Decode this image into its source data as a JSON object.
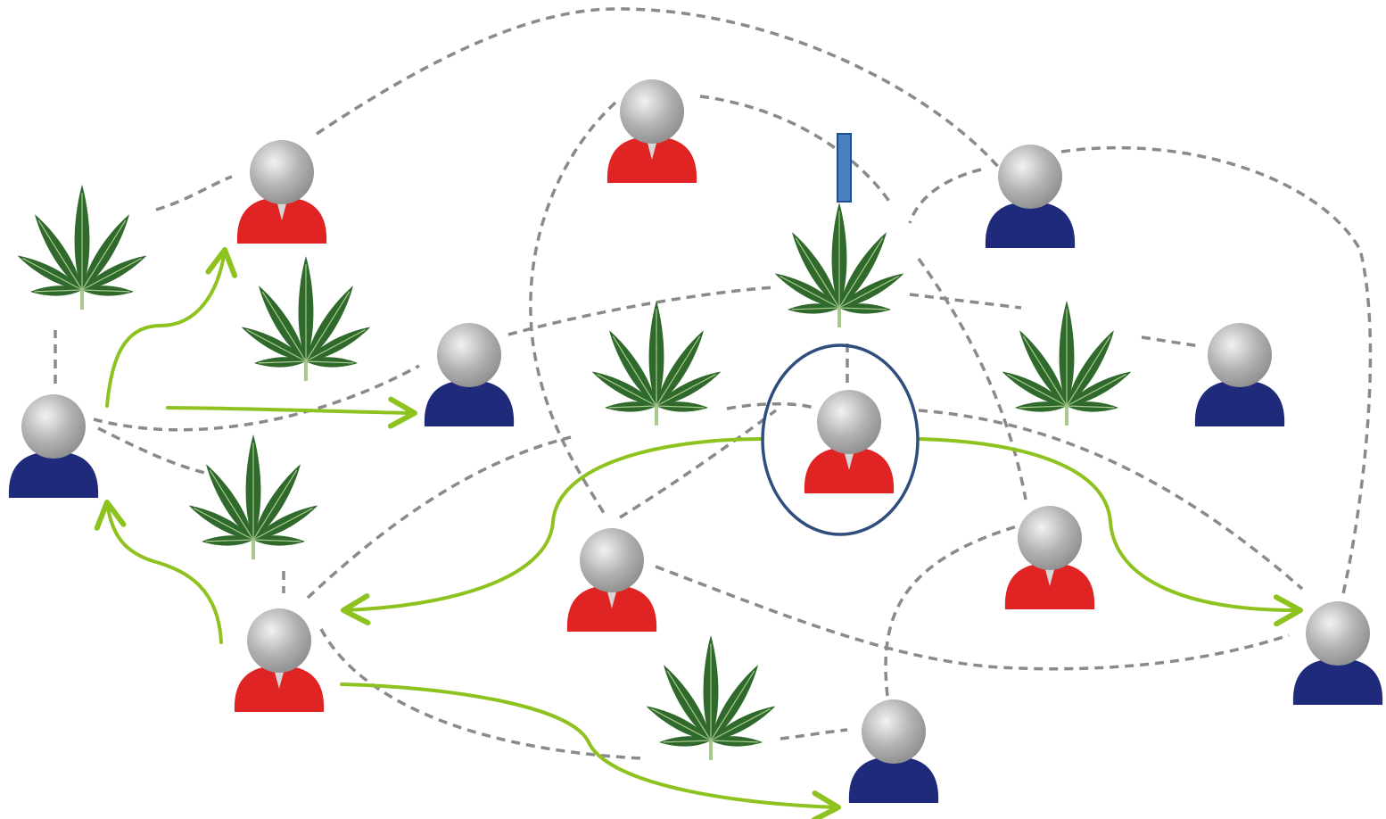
{
  "diagram": {
    "title": "",
    "colors": {
      "background": "#ffffff",
      "head": "#a9a9a9",
      "head_highlight": "#e4e4e4",
      "body_red": "#e02424",
      "body_blue": "#1f2a7a",
      "tie": "#d6d6d6",
      "leaf": "#2f6a2c",
      "leaf_vein": "#a7c98c",
      "dashed_link": "#8a8a8a",
      "flow_arrow": "#8ec21f",
      "focus_ring": "#2f4e7e",
      "marker_bar": "#4a7fc0"
    },
    "people": [
      {
        "id": "p1",
        "role": "red"
      },
      {
        "id": "p2",
        "role": "red"
      },
      {
        "id": "p3",
        "role": "blue"
      },
      {
        "id": "p4",
        "role": "blue"
      },
      {
        "id": "p5",
        "role": "blue"
      },
      {
        "id": "p6",
        "role": "red"
      },
      {
        "id": "p7",
        "role": "blue"
      },
      {
        "id": "p8",
        "role": "red"
      },
      {
        "id": "p9",
        "role": "red"
      },
      {
        "id": "p10",
        "role": "red"
      },
      {
        "id": "p11",
        "role": "blue"
      },
      {
        "id": "p12",
        "role": "blue"
      }
    ],
    "leaves": [
      {
        "id": "l1"
      },
      {
        "id": "l2"
      },
      {
        "id": "l3"
      },
      {
        "id": "l4"
      },
      {
        "id": "l5"
      },
      {
        "id": "l6"
      },
      {
        "id": "l7"
      },
      {
        "id": "l8"
      }
    ],
    "focus": {
      "target": "p6",
      "shape": "ellipse"
    },
    "marker": {
      "shape": "bar",
      "above": "l4"
    },
    "icons": [
      "person-icon",
      "cannabis-leaf-icon",
      "arrow-icon"
    ]
  }
}
